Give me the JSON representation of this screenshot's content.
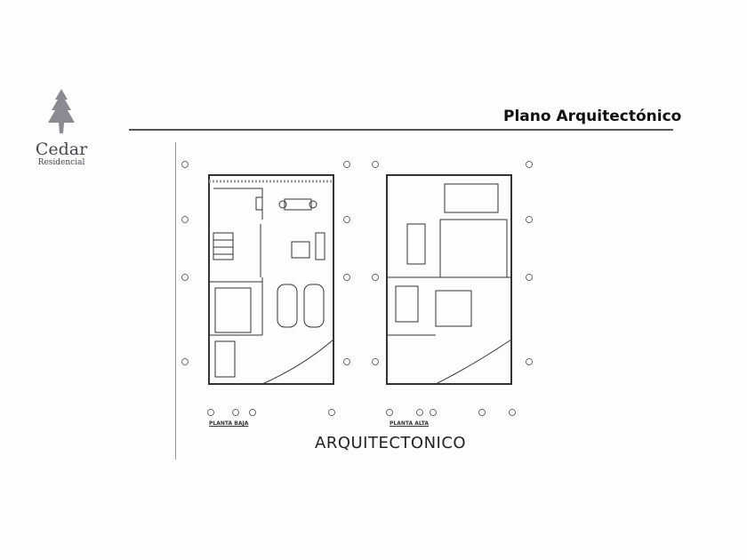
{
  "logo": {
    "name": "Cedar",
    "subtitle": "Residencial"
  },
  "header": {
    "title": "Plano Arquitectónico"
  },
  "plans": {
    "ground_floor_label": "PLANTA BAJA",
    "upper_floor_label": "PLANTA ALTA",
    "caption": "ARQUITECTONICO"
  }
}
